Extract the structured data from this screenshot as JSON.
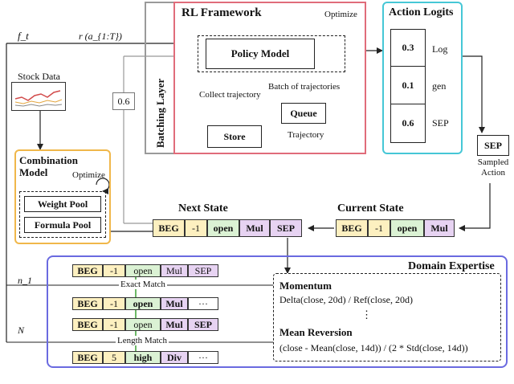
{
  "colors": {
    "rl_border": "#e06c7a",
    "batching_border": "#9a9a9a",
    "action_border": "#46c7d6",
    "combination_border": "#f0b74a",
    "domain_border": "#6a6ae0",
    "tok_yellow": "#fdf0c0",
    "tok_green": "#dbf2d4",
    "tok_purple": "#e7d3f2",
    "arrow_green": "#3aa033"
  },
  "labels": {
    "f_t": "f_t",
    "reward": "r (a_{1:T})",
    "stock_data": "Stock Data",
    "value_06": "0.6",
    "batching_layer": "Batching Layer",
    "rl_framework": "RL Framework",
    "optimize_top": "Optimize",
    "policy_model": "Policy Model",
    "collect_trajectory": "Collect trajectory",
    "batch_of_trajectories": "Batch of trajectories",
    "queue": "Queue",
    "store": "Store",
    "trajectory": "Trajectory",
    "action_logits": "Action Logits",
    "combination_model_line1": "Combination",
    "combination_model_line2": "Model",
    "optimize_combo": "Optimize",
    "weight_pool": "Weight Pool",
    "formula_pool": "Formula Pool",
    "sep_sampled": "SEP",
    "sampled_action": "Sampled\nAction",
    "next_state": "Next State",
    "current_state": "Current State",
    "domain_expertise": "Domain Expertise",
    "n1": "n_1",
    "N": "N",
    "exact_match": "Exact Match",
    "length_match": "Length Match",
    "momentum": "Momentum",
    "momentum_formula": "Delta(close, 20d) / Ref(close, 20d)",
    "vdots": "⋮",
    "mean_reversion": "Mean Reversion",
    "mean_reversion_formula": "(close - Mean(close, 14d)) / (2 * Std(close, 14d))"
  },
  "action_logits": [
    {
      "value": "0.3",
      "token": "Log"
    },
    {
      "value": "0.1",
      "token": "gen"
    },
    {
      "value": "0.6",
      "token": "SEP"
    }
  ],
  "next_state_tokens": [
    "BEG",
    "-1",
    "open",
    "Mul",
    "SEP"
  ],
  "current_state_tokens": [
    "BEG",
    "-1",
    "open",
    "Mul"
  ],
  "domain_rows": [
    [
      "BEG",
      "-1",
      "open",
      "Mul",
      "SEP"
    ],
    [
      "BEG",
      "-1",
      "open",
      "Mul",
      "···"
    ],
    [
      "BEG",
      "-1",
      "open",
      "Mul",
      "SEP"
    ],
    [
      "BEG",
      "5",
      "high",
      "Div",
      "···"
    ]
  ]
}
